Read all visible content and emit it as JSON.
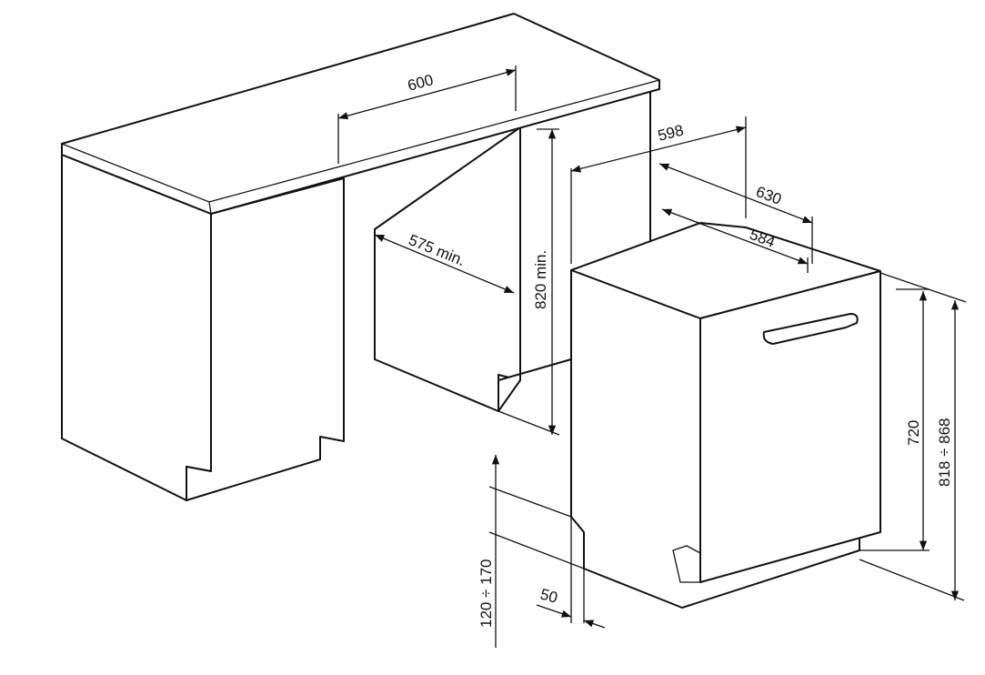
{
  "dimensions": {
    "worktop_width": "600",
    "appliance_width": "598",
    "depth_with_door": "630",
    "appliance_depth": "584",
    "niche_depth": "575 min.",
    "niche_height": "820 min.",
    "door_height": "720",
    "total_height": "818 ÷ 868",
    "plinth_height": "120 ÷ 170",
    "plinth_offset": "50"
  }
}
